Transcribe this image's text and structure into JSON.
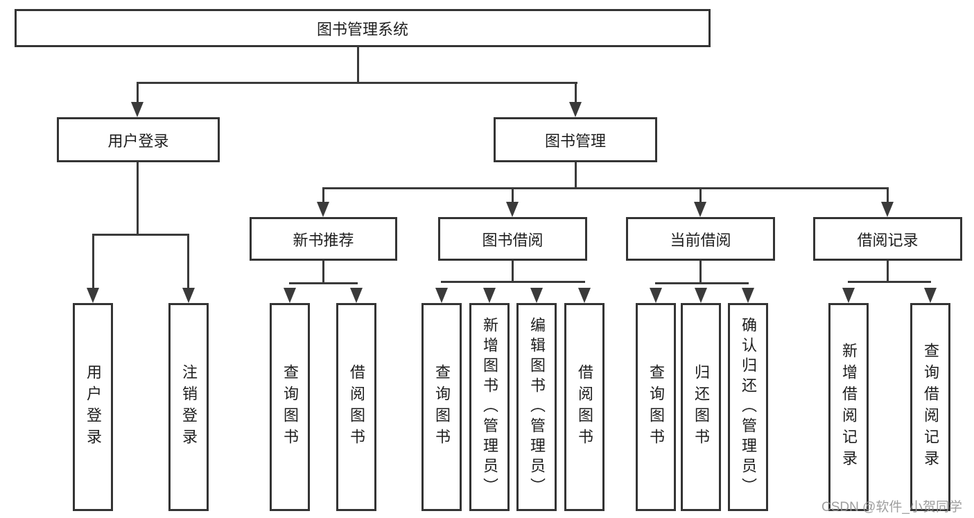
{
  "diagram_title": "图书管理系统",
  "root": {
    "label": "图书管理系统"
  },
  "level2": [
    {
      "label": "用户登录"
    },
    {
      "label": "图书管理"
    }
  ],
  "level3": [
    {
      "label": "新书推荐",
      "parent": "图书管理"
    },
    {
      "label": "图书借阅",
      "parent": "图书管理"
    },
    {
      "label": "当前借阅",
      "parent": "图书管理"
    },
    {
      "label": "借阅记录",
      "parent": "图书管理"
    }
  ],
  "leaves": [
    {
      "label": "用户登录",
      "parent": "用户登录"
    },
    {
      "label": "注销登录",
      "parent": "用户登录"
    },
    {
      "label": "查询图书",
      "parent": "新书推荐"
    },
    {
      "label": "借阅图书",
      "parent": "新书推荐"
    },
    {
      "label": "查询图书",
      "parent": "图书借阅"
    },
    {
      "label": "新增图书（管理员）",
      "parent": "图书借阅"
    },
    {
      "label": "编辑图书（管理员）",
      "parent": "图书借阅"
    },
    {
      "label": "借阅图书",
      "parent": "图书借阅"
    },
    {
      "label": "查询图书",
      "parent": "当前借阅"
    },
    {
      "label": "归还图书",
      "parent": "当前借阅"
    },
    {
      "label": "确认归还（管理员）",
      "parent": "当前借阅"
    },
    {
      "label": "新增借阅记录",
      "parent": "借阅记录"
    },
    {
      "label": "查询借阅记录",
      "parent": "借阅记录"
    }
  ],
  "watermark": "CSDN @软件_小贺同学",
  "colors": {
    "line": "#3a3a3a",
    "border": "#343434",
    "text": "#1e1e1e",
    "watermark": "#949494",
    "background": "#ffffff"
  }
}
